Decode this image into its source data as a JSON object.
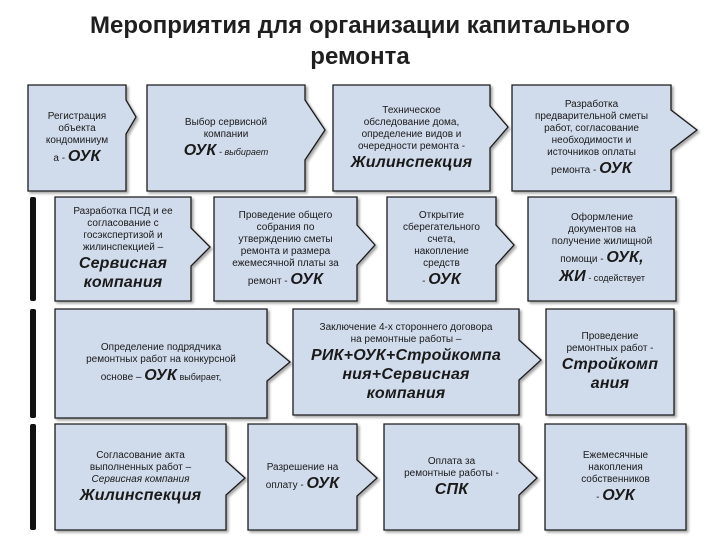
{
  "title": {
    "line1": "Мероприятия для организации капитального",
    "line2": "ремонта"
  },
  "colors": {
    "box_fill": "#d0dbec",
    "box_border": "#1a1a1a",
    "text": "#1a1a1a"
  },
  "steps": {
    "s1": {
      "l1": "Регистрация",
      "l2": "объекта",
      "l3": "кондоминиум",
      "l4": "а -",
      "strong": "ОУК"
    },
    "s2": {
      "l1": "Выбор сервисной",
      "l2": "компании",
      "strong": "ОУК",
      "tail": " - выбирает"
    },
    "s3": {
      "l1": "Техническое",
      "l2": "обследование дома,",
      "l3": "определение видов и",
      "l4": "очередности ремонта -",
      "strong": "Жилинспекция"
    },
    "s4": {
      "l1": "Разработка",
      "l2": "предварительной сметы",
      "l3": "работ,  согласование",
      "l4": "необходимости  и",
      "l5": "источников оплаты",
      "l6": "ремонта -",
      "strong": "ОУК"
    },
    "s5": {
      "l1": "Разработка ПСД и ее",
      "l2": "согласование с",
      "l3": "госэкспертизой и",
      "l4": "жилинспекцией –",
      "strong1": "Сервисная",
      "strong2": "компания"
    },
    "s6": {
      "l1": "Проведение общего",
      "l2": "собрания по",
      "l3": "утверждению сметы",
      "l4": "ремонта и размера",
      "l5": "ежемесячной платы за",
      "l6": "ремонт  -",
      "strong": "ОУК"
    },
    "s7": {
      "l1": "Открытие",
      "l2": "сберегательного",
      "l3": "счета,",
      "l4": "накопление",
      "l5": "средств",
      "l6": "-",
      "strong": "ОУК"
    },
    "s8": {
      "l1": "Оформление",
      "l2": "документов на",
      "l3": "получение жилищной",
      "l4": "помощи  -",
      "strong1": "ОУК,",
      "strong2": "ЖИ",
      "tail": " - содействует"
    },
    "s9": {
      "l1": "Определение подрядчика",
      "l2": "ремонтных работ на конкурсной",
      "l3": "основе –",
      "strong": "ОУК",
      "tail": " выбирает,"
    },
    "s10": {
      "l1": "Заключение 4-х стороннего договора",
      "l2": "на ремонтные работы –",
      "strong1": "РИК+ОУК+Стройкомпа",
      "strong2": "ния+Сервисная",
      "strong3": "компания"
    },
    "s11": {
      "l1": "Проведение",
      "l2": "ремонтных работ -",
      "strong1": "Стройкомп",
      "strong2": "ания"
    },
    "s12": {
      "l1": "Согласование акта",
      "l2": "выполненных работ –",
      "l3": "Сервисная компания",
      "strong": "Жилинспекция"
    },
    "s13": {
      "l1": "Разрешение на",
      "l2": "оплату -",
      "strong": "ОУК"
    },
    "s14": {
      "l1": "Оплата  за",
      "l2": "ремонтные работы -",
      "strong": "СПК"
    },
    "s15": {
      "l1": "Ежемесячные",
      "l2": "накопления",
      "l3": "собственников",
      "l4": "-",
      "strong": "ОУК"
    }
  }
}
